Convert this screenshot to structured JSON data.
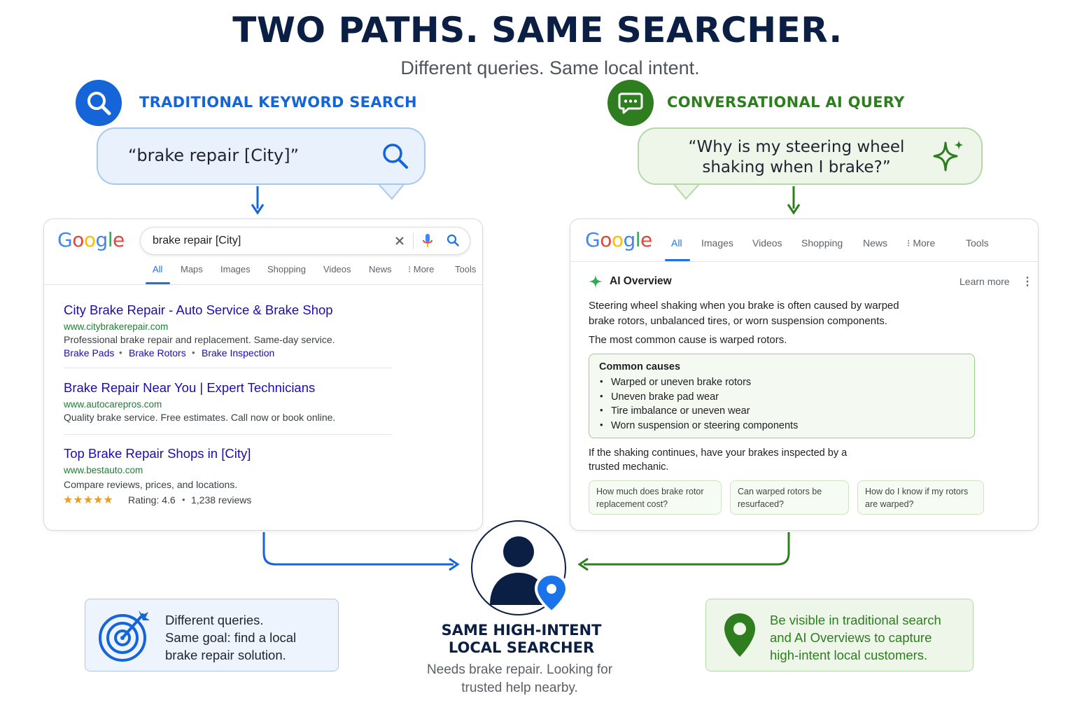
{
  "header": {
    "title": "TWO PATHS. SAME SEARCHER.",
    "subtitle": "Different queries. Same local intent."
  },
  "colors": {
    "navy": "#0b1f45",
    "blue": "#1565d8",
    "green": "#2e7d1f",
    "link": "#1a0dab",
    "url_green": "#1e7e34"
  },
  "left_path": {
    "label": "TRADITIONAL KEYWORD SEARCH",
    "icon": "search-icon",
    "query": "“brake repair [City]”",
    "serp": {
      "search_value": "brake repair [City]",
      "tabs": [
        "All",
        "Maps",
        "Images",
        "Shopping",
        "Videos",
        "News",
        "⁝ More",
        "Tools"
      ],
      "results": [
        {
          "title": "City Brake Repair - Auto Service & Brake Shop",
          "url": "www.citybrakerepair.com",
          "desc": "Professional brake repair and replacement. Same-day service.",
          "sitelinks": [
            "Brake Pads",
            "Brake Rotors",
            "Brake Inspection"
          ]
        },
        {
          "title": "Brake Repair Near You | Expert Technicians",
          "url": "www.autocarepros.com",
          "desc": "Quality brake service. Free estimates. Call now or book online."
        },
        {
          "title": "Top Brake Repair Shops in [City]",
          "url": "www.bestauto.com",
          "desc": "Compare reviews, prices, and locations.",
          "stars": "★★★★★",
          "rating": 4.6,
          "rating_text": "Rating: 4.6",
          "reviews": "1,238 reviews"
        }
      ]
    }
  },
  "right_path": {
    "label": "CONVERSATIONAL AI QUERY",
    "icon": "chat-icon",
    "query_line1": "“Why is my steering wheel",
    "query_line2": "shaking when I brake?”",
    "serp": {
      "tabs": [
        "All",
        "Images",
        "Videos",
        "Shopping",
        "News",
        "⁝ More",
        "Tools"
      ],
      "ai_overview": {
        "heading": "AI Overview",
        "learn_more": "Learn more",
        "para1_line1": "Steering wheel shaking when you brake is often caused by warped",
        "para1_line2": "brake rotors, unbalanced tires, or worn suspension components.",
        "para2": "The most common cause is warped rotors.",
        "causes_title": "Common causes",
        "causes": [
          "Warped or uneven brake rotors",
          "Uneven brake pad wear",
          "Tire imbalance or uneven wear",
          "Worn suspension or steering components"
        ],
        "para3_line1": "If the shaking continues, have your brakes inspected by a",
        "para3_line2": "trusted mechanic.",
        "followups": [
          {
            "line1": "How much does brake rotor",
            "line2": "replacement cost?"
          },
          {
            "line1": "Can warped rotors be",
            "line2": "resurfaced?"
          },
          {
            "line1": "How do I know if my rotors",
            "line2": "are warped?"
          }
        ]
      }
    }
  },
  "center": {
    "title_line1": "SAME HIGH-INTENT",
    "title_line2": "LOCAL SEARCHER",
    "sub_line1": "Needs brake repair. Looking for",
    "sub_line2": "trusted help nearby."
  },
  "bottom_left": {
    "line1": "Different queries.",
    "line2": "Same goal: find a local",
    "line3": "brake repair solution."
  },
  "bottom_right": {
    "line1": "Be visible in traditional search",
    "line2": "and AI Overviews to capture",
    "line3": "high-intent local customers."
  },
  "google_letters": [
    "G",
    "o",
    "o",
    "g",
    "l",
    "e"
  ]
}
